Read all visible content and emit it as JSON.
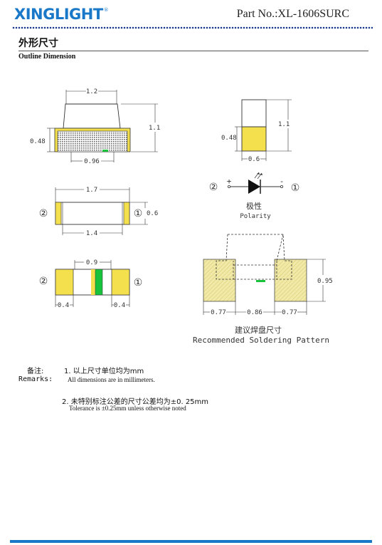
{
  "header": {
    "logo_text": "XINGLIGHT",
    "registered_mark": "®",
    "part_label": "Part No.:",
    "part_number": "XL-1606SURC"
  },
  "section": {
    "title_cn": "外形尺寸",
    "title_en": "Outline Dimension"
  },
  "dimensions": {
    "side_width": "1.2",
    "side_height": "1.1",
    "side_body": "0.48",
    "side_bottom": "0.96",
    "end_body": "0.48",
    "end_height": "1.1",
    "end_width": "0.6",
    "top_length": "1.7",
    "top_width": "0.6",
    "top_inner": "1.4",
    "bottom_center": "0.9",
    "bottom_pad_left": "0.4",
    "bottom_pad_right": "0.4",
    "solder_height": "0.95",
    "solder_pad_left": "0.77",
    "solder_gap": "0.86",
    "solder_pad_right": "0.77"
  },
  "markers": {
    "pin_left": "②",
    "pin_right": "①",
    "plus": "+",
    "minus": "-"
  },
  "polarity": {
    "label_cn": "极性",
    "label_en": "Polarity"
  },
  "soldering": {
    "label_cn": "建议焊盘尺寸",
    "label_en": "Recommended Soldering Pattern"
  },
  "remarks": {
    "label_cn": "备注:",
    "label_en": "Remarks:",
    "note1_cn": "1. 以上尺寸单位均为mm",
    "note1_en": "All dimensions are in millimeters.",
    "note2_cn": "2. 未特别标注公差的尺寸公差均为±0. 25mm",
    "note2_en": "Tolerance  is    ±0.25mm unless otherwise noted"
  },
  "colors": {
    "brand": "#1a78c8",
    "pad_yellow": "#f4e04d",
    "cathode_green": "#18c23a",
    "hatch_pad": "#f1e9a8"
  }
}
